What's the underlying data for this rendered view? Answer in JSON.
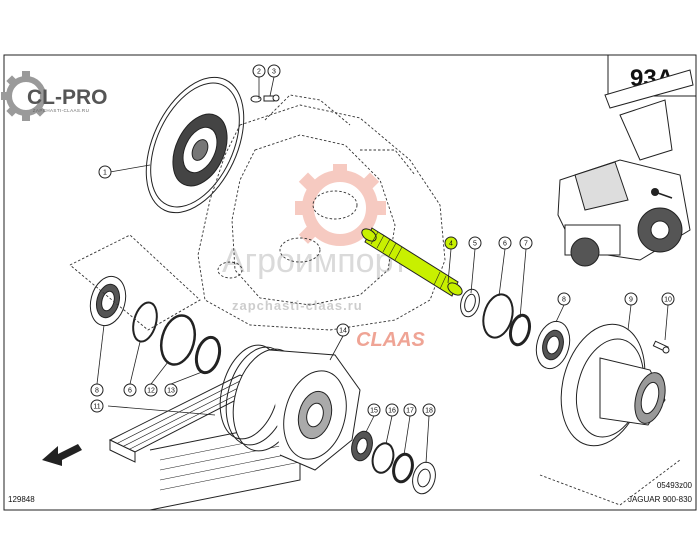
{
  "page_code": "93A",
  "logo": {
    "text": "CL-PRO",
    "subtitle": "ZAPCHASTI-CLAAS.RU",
    "colors": {
      "cl": "#555555",
      "dash": "#e63f2b",
      "pro": "#555555"
    }
  },
  "watermark": {
    "line1": "Агроимпорт",
    "url": "zapchasti-claas.ru",
    "brand": "CLAAS",
    "colors": {
      "gear": "#f0a090",
      "brand": "#e35a40"
    }
  },
  "highlight_color": "#c8f000",
  "callouts": [
    {
      "id": "c1",
      "label": "1"
    },
    {
      "id": "c2",
      "label": "2"
    },
    {
      "id": "c3",
      "label": "3"
    },
    {
      "id": "c4",
      "label": "4",
      "highlighted": true
    },
    {
      "id": "c5",
      "label": "5"
    },
    {
      "id": "c6a",
      "label": "6"
    },
    {
      "id": "c7",
      "label": "7"
    },
    {
      "id": "c8a",
      "label": "8"
    },
    {
      "id": "c9",
      "label": "9"
    },
    {
      "id": "c10",
      "label": "10"
    },
    {
      "id": "c8b",
      "label": "8"
    },
    {
      "id": "c6b",
      "label": "6"
    },
    {
      "id": "c12",
      "label": "12"
    },
    {
      "id": "c13",
      "label": "13"
    },
    {
      "id": "c11",
      "label": "11"
    },
    {
      "id": "c14",
      "label": "14"
    },
    {
      "id": "c15",
      "label": "15"
    },
    {
      "id": "c16",
      "label": "16"
    },
    {
      "id": "c17",
      "label": "17"
    },
    {
      "id": "c18",
      "label": "18"
    }
  ],
  "footer": {
    "left_code": "129848",
    "right_code": "05493z00",
    "model": "JAGUAR 900-830"
  }
}
